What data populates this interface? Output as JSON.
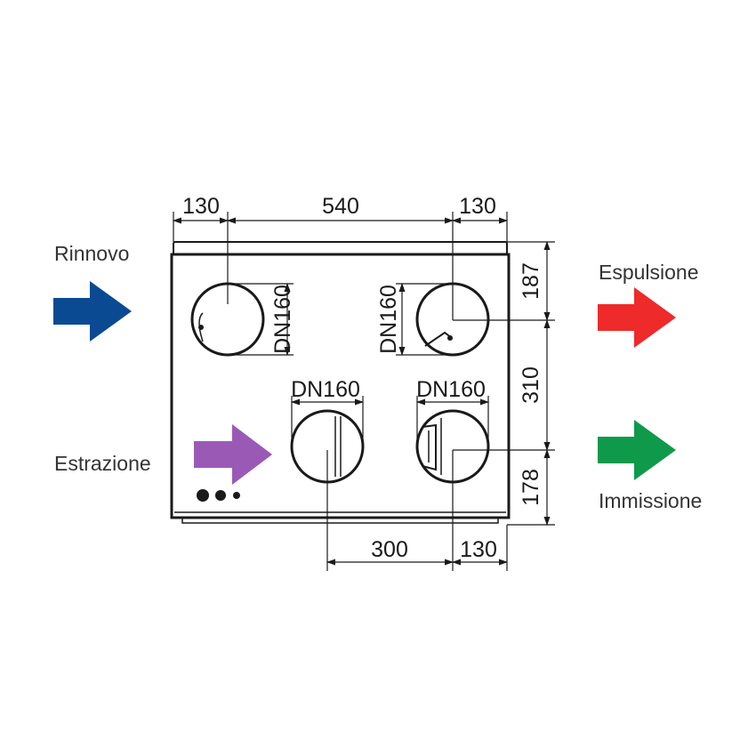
{
  "dimensions": {
    "top_left": "130",
    "top_middle": "540",
    "top_right": "130",
    "right_top": "187",
    "right_middle": "310",
    "right_bottom": "178",
    "bottom_left": "300",
    "bottom_right": "130"
  },
  "duct_labels": {
    "top_left": "DN160",
    "top_right": "DN160",
    "bottom_left": "DN160",
    "bottom_right": "DN160"
  },
  "flows": {
    "rinnovo": {
      "label": "Rinnovo",
      "color": "#0a4a92"
    },
    "estrazione": {
      "label": "Estrazione",
      "color": "#9b59b6"
    },
    "espulsione": {
      "label": "Espulsione",
      "color": "#ee2a2a"
    },
    "immissione": {
      "label": "Immissione",
      "color": "#0e9a4a"
    }
  }
}
